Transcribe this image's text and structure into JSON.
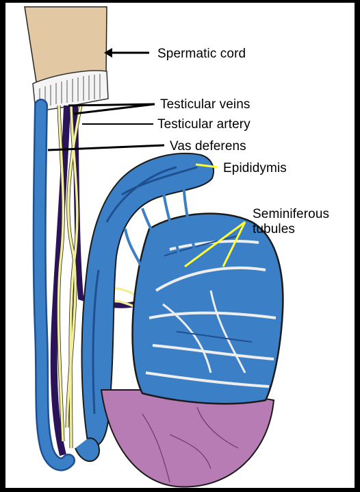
{
  "labels": {
    "spermatic_cord": "Spermatic cord",
    "testicular_veins": "Testicular veins",
    "testicular_artery": "Testicular artery",
    "vas_deferens": "Vas deferens",
    "epididymis": "Epididymis",
    "seminiferous_line1": "Seminiferous",
    "seminiferous_line2": "tubules"
  },
  "colors": {
    "background": "#000000",
    "panel": "#ffffff",
    "cord_skin": "#e2c9a4",
    "tubule_blue": "#3b7fc7",
    "tubule_dark": "#1f4f8f",
    "vein_purple": "#2a1358",
    "artery_yellow": "#f2ee9a",
    "testis_pink": "#b77cb3",
    "leader_line": "#000000",
    "pointer_yellow": "#ffff33"
  }
}
